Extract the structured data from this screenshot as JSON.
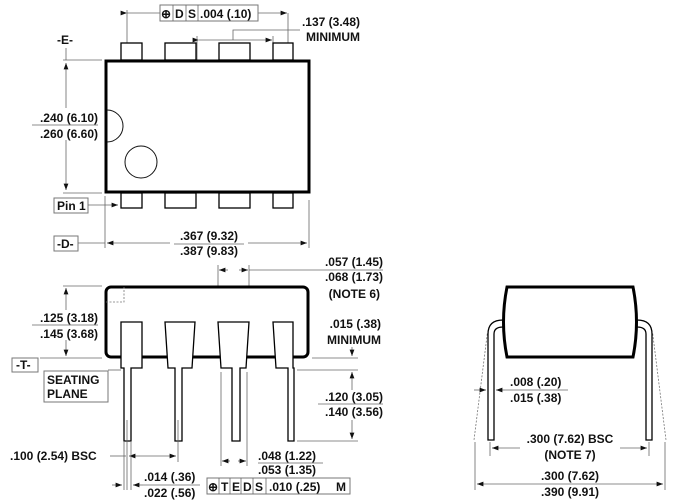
{
  "top_view": {
    "tolerance_frame": {
      "symbol": "⊕",
      "datum1": "D",
      "modifier": "S",
      "value": ".004 (.10)"
    },
    "lead_min": {
      "line1": ".137 (3.48)",
      "line2": "MINIMUM"
    },
    "datum_e": "-E-",
    "width": {
      "min": ".240 (6.10)",
      "max": ".260 (6.60)"
    },
    "pin1_label": "Pin 1",
    "datum_d": "-D-",
    "length": {
      "min": ".367 (9.32)",
      "max": ".387 (9.83)"
    }
  },
  "side_view": {
    "shoulder": {
      "min": ".057 (1.45)",
      "max": ".068 (1.73)",
      "note": "(NOTE 6)"
    },
    "height": {
      "min": ".125 (3.18)",
      "max": ".145 (3.68)"
    },
    "standoff": {
      "line1": ".015 (.38)",
      "line2": "MINIMUM"
    },
    "datum_t": "-T-",
    "seating_plane": {
      "line1": "SEATING",
      "line2": "PLANE"
    },
    "lead_length": {
      "min": ".120 (3.05)",
      "max": ".140 (3.56)"
    },
    "pitch": ".100 (2.54) BSC",
    "upper_lead_width": {
      "min": ".048 (1.22)",
      "max": ".053 (1.35)"
    },
    "lead_width": {
      "min": ".014 (.36)",
      "max": ".022 (.56)"
    },
    "position_frame": {
      "symbol": "⊕",
      "datum1": "T",
      "datum2": "E",
      "datum3": "D",
      "modifier": "S",
      "value": ".010 (.25)",
      "material": "M"
    }
  },
  "end_view": {
    "lead_thickness": {
      "min": ".008 (.20)",
      "max": ".015 (.38)"
    },
    "row_spacing": {
      "value": ".300 (7.62) BSC",
      "note": "(NOTE 7)"
    },
    "overall_width": {
      "min": ".300 (7.62)",
      "max": ".390 (9.91)"
    }
  }
}
